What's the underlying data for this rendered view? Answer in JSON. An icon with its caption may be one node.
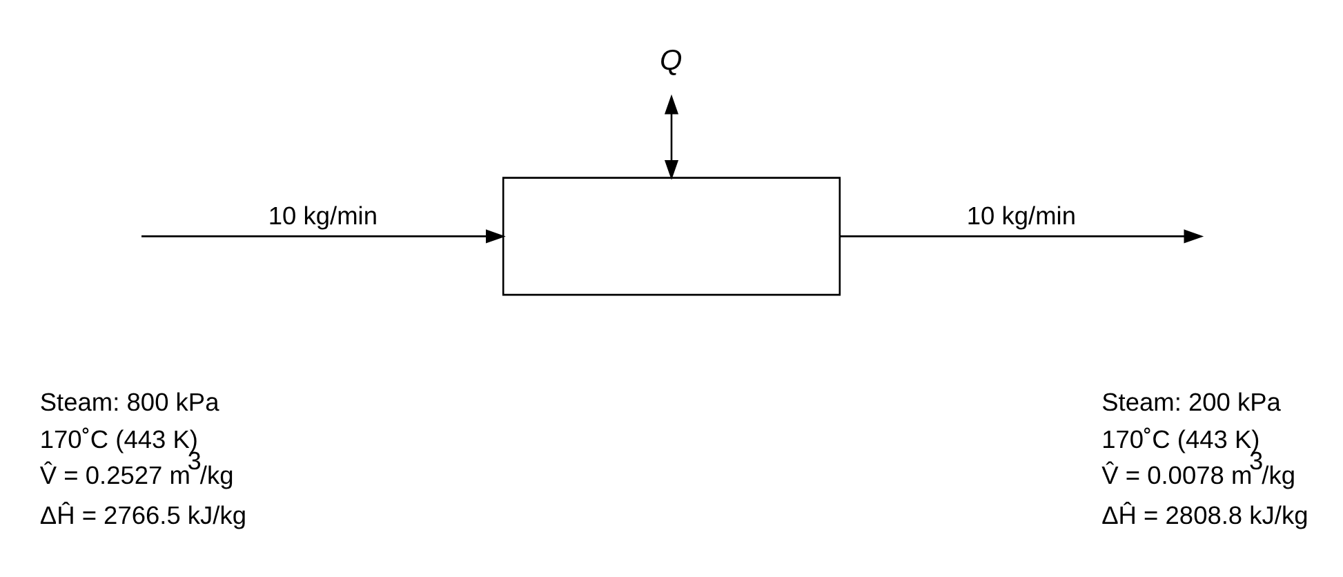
{
  "diagram": {
    "nodes": [
      {
        "text": [],
        "shape": "box"
      },
      {
        "text": [
          "Q"
        ]
      }
    ],
    "edges": [
      {
        "from": null,
        "to": 0,
        "arrow": "to",
        "label": "10 kg/min"
      },
      {
        "from": 0,
        "to": null,
        "arrow": "to",
        "label": "10 kg/min"
      },
      {
        "from": 1,
        "to": 0,
        "arrow": "both"
      }
    ],
    "labels": [
      "Steam: 800 kPa",
      "170˚C (443 K)",
      "V̂ = 0.2527 m$^{3}$/kg",
      "ΔĤ = 2766.5 kJ/kg",
      "Steam: 200 kPa",
      "170˚C (443 K)",
      "V̂ = 0.0078 m$^{3}$/kg",
      "ΔĤ = 2808.8 kJ/kg"
    ]
  }
}
